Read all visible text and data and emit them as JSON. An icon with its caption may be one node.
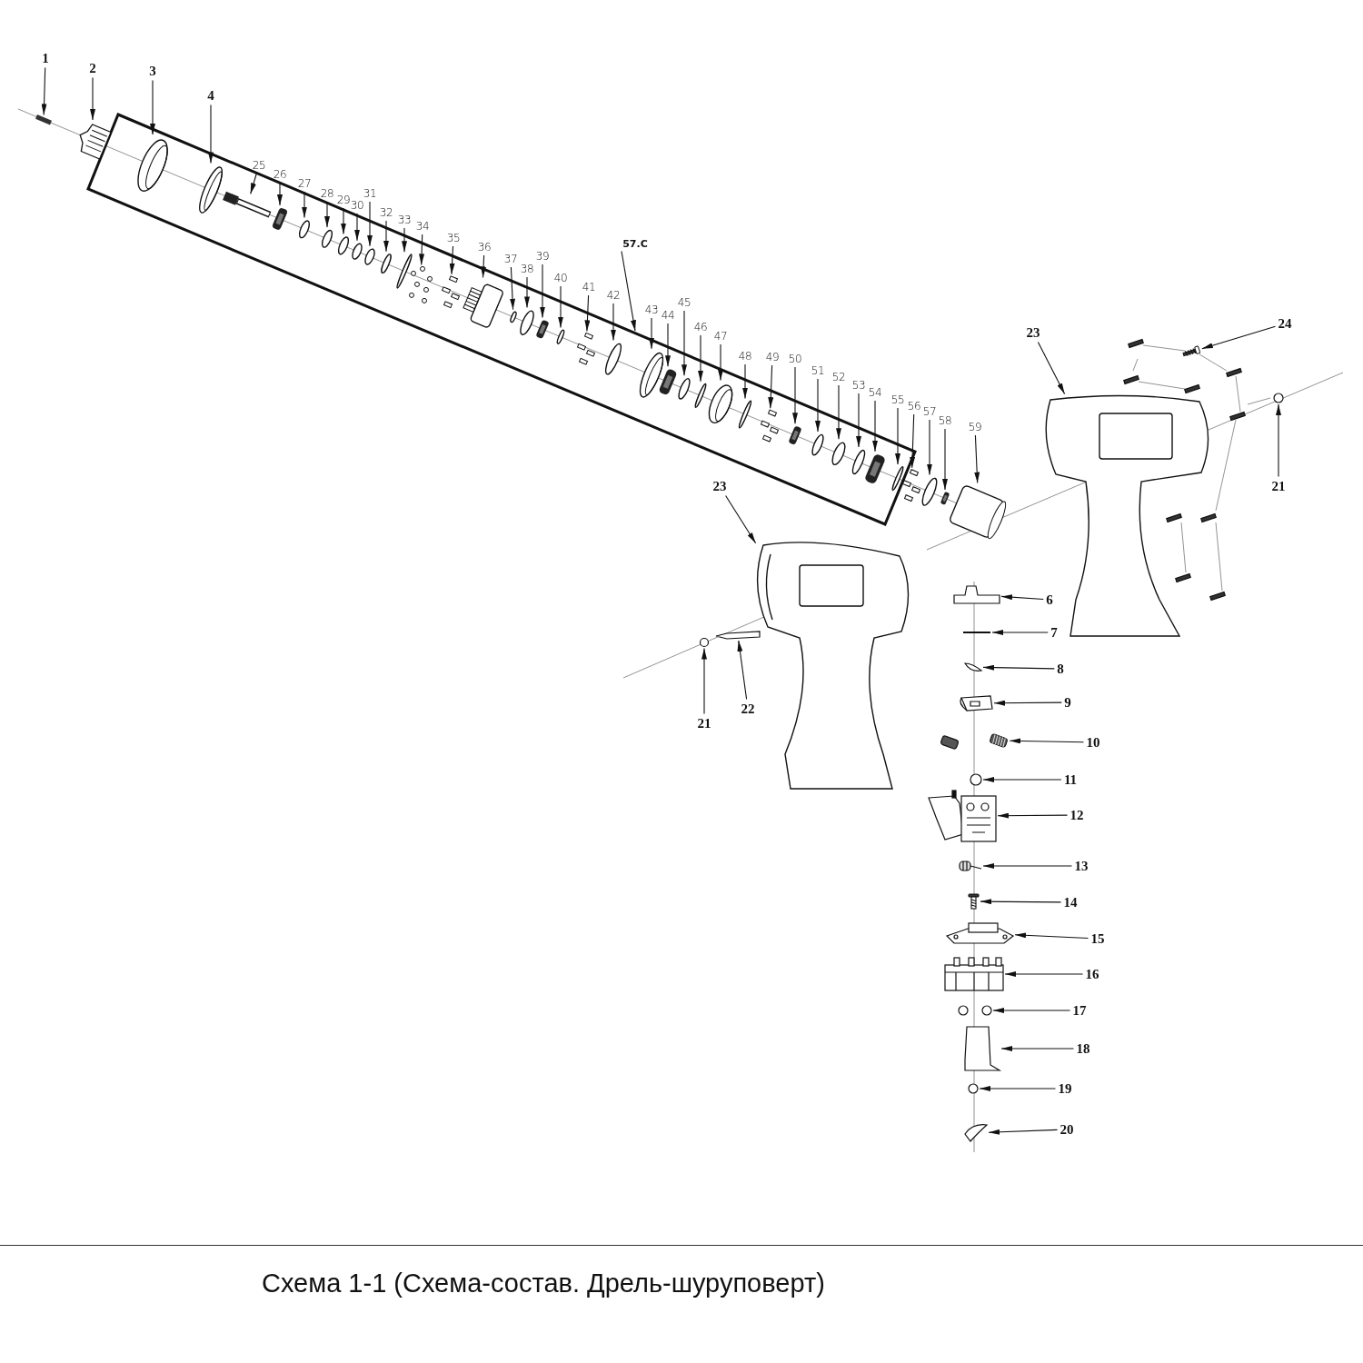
{
  "diagram": {
    "title": "Схема 1-1 (Схема-состав. Дрель-шуруповерт)",
    "nodes": [
      {
        "text": [
          "1"
        ]
      },
      {
        "text": [
          "2"
        ]
      },
      {
        "text": [
          "3"
        ]
      },
      {
        "text": [
          "4"
        ]
      },
      {
        "text": [
          "25"
        ]
      },
      {
        "text": [
          "26"
        ]
      },
      {
        "text": [
          "27"
        ]
      },
      {
        "text": [
          "28"
        ]
      },
      {
        "text": [
          "29"
        ]
      },
      {
        "text": [
          "30"
        ]
      },
      {
        "text": [
          "31"
        ]
      },
      {
        "text": [
          "32"
        ]
      },
      {
        "text": [
          "33"
        ]
      },
      {
        "text": [
          "34"
        ]
      },
      {
        "text": [
          "35"
        ]
      },
      {
        "text": [
          "36"
        ]
      },
      {
        "text": [
          "37"
        ]
      },
      {
        "text": [
          "38"
        ]
      },
      {
        "text": [
          "39"
        ]
      },
      {
        "text": [
          "40"
        ]
      },
      {
        "text": [
          "41"
        ]
      },
      {
        "text": [
          "42"
        ]
      },
      {
        "text": [
          "43"
        ]
      },
      {
        "text": [
          "44"
        ]
      },
      {
        "text": [
          "45"
        ]
      },
      {
        "text": [
          "46"
        ]
      },
      {
        "text": [
          "47"
        ]
      },
      {
        "text": [
          "48"
        ]
      },
      {
        "text": [
          "49"
        ]
      },
      {
        "text": [
          "50"
        ]
      },
      {
        "text": [
          "51"
        ]
      },
      {
        "text": [
          "52"
        ]
      },
      {
        "text": [
          "53"
        ]
      },
      {
        "text": [
          "54"
        ]
      },
      {
        "text": [
          "55"
        ]
      },
      {
        "text": [
          "56"
        ]
      },
      {
        "text": [
          "57.C"
        ]
      },
      {
        "text": [
          "57"
        ]
      },
      {
        "text": [
          "58"
        ]
      },
      {
        "text": [
          "59"
        ]
      },
      {
        "text": [
          "23"
        ]
      },
      {
        "text": [
          "23"
        ]
      },
      {
        "text": [
          "24"
        ]
      },
      {
        "text": [
          "21"
        ]
      },
      {
        "text": [
          "6"
        ]
      },
      {
        "text": [
          "7"
        ]
      },
      {
        "text": [
          "8"
        ]
      },
      {
        "text": [
          "9"
        ]
      },
      {
        "text": [
          "10"
        ]
      },
      {
        "text": [
          "11"
        ]
      },
      {
        "text": [
          "12"
        ]
      },
      {
        "text": [
          "13"
        ]
      },
      {
        "text": [
          "14"
        ]
      },
      {
        "text": [
          "15"
        ]
      },
      {
        "text": [
          "16"
        ]
      },
      {
        "text": [
          "17"
        ]
      },
      {
        "text": [
          "18"
        ]
      },
      {
        "text": [
          "19"
        ]
      },
      {
        "text": [
          "20"
        ]
      },
      {
        "text": [
          "21"
        ]
      },
      {
        "text": [
          "22"
        ]
      },
      {
        "text": [],
        "shape": "box"
      },
      {
        "text": [],
        "shape": "picture"
      },
      {
        "text": [],
        "shape": "picture"
      },
      {
        "text": [],
        "shape": "circle",
        "in": 61
      },
      {
        "text": [],
        "shape": "circle",
        "in": 61
      },
      {
        "text": [],
        "shape": "picture",
        "in": 61
      },
      {
        "text": [],
        "shape": "picture",
        "in": 61
      },
      {
        "text": [],
        "shape": "circle",
        "in": 61
      },
      {
        "text": [],
        "shape": "circle",
        "in": 61
      },
      {
        "text": [],
        "shape": "circle",
        "in": 61
      },
      {
        "text": [],
        "shape": "circle",
        "in": 61
      },
      {
        "text": [],
        "shape": "circle",
        "in": 61
      },
      {
        "text": [],
        "shape": "circle",
        "in": 61
      },
      {
        "text": [],
        "shape": "circle",
        "in": 61
      },
      {
        "text": [],
        "shape": "picture",
        "in": 61
      },
      {
        "text": [],
        "shape": "picture",
        "in": 61
      },
      {
        "text": [],
        "shape": "picture",
        "in": 61
      },
      {
        "text": [],
        "shape": "circle",
        "in": 61
      },
      {
        "text": [],
        "shape": "circle",
        "in": 61
      },
      {
        "text": [],
        "shape": "picture",
        "in": 61
      },
      {
        "text": [],
        "shape": "circle",
        "in": 61
      },
      {
        "text": [],
        "shape": "picture",
        "in": 61
      },
      {
        "text": [],
        "shape": "circle",
        "in": 61
      },
      {
        "text": [],
        "shape": "circle",
        "in": 61
      },
      {
        "text": [],
        "shape": "picture",
        "in": 61
      },
      {
        "text": [],
        "shape": "circle",
        "in": 61
      },
      {
        "text": [],
        "shape": "circle",
        "in": 61
      },
      {
        "text": [],
        "shape": "circle",
        "in": 61
      },
      {
        "text": [],
        "shape": "circle",
        "in": 61
      },
      {
        "text": [],
        "shape": "picture",
        "in": 61
      },
      {
        "text": [],
        "shape": "picture",
        "in": 61
      },
      {
        "text": [],
        "shape": "circle",
        "in": 61
      },
      {
        "text": [],
        "shape": "circle",
        "in": 61
      },
      {
        "text": [],
        "shape": "circle",
        "in": 61
      },
      {
        "text": [],
        "shape": "picture",
        "in": 61
      },
      {
        "text": [],
        "shape": "circle",
        "in": 61
      },
      {
        "text": [],
        "shape": "picture"
      },
      {
        "text": [],
        "shape": "circle"
      },
      {
        "text": [],
        "shape": "picture"
      },
      {
        "text": [],
        "shape": "picture"
      },
      {
        "text": [],
        "shape": "picture"
      },
      {
        "text": [],
        "shape": "picture"
      },
      {
        "text": [],
        "shape": "picture"
      },
      {
        "text": [],
        "shape": "circle"
      },
      {
        "text": [],
        "shape": "picture"
      },
      {
        "text": [],
        "shape": "picture"
      },
      {
        "text": [],
        "shape": "picture"
      },
      {
        "text": [],
        "shape": "picture"
      },
      {
        "text": [],
        "shape": "picture"
      },
      {
        "text": [],
        "shape": "circle"
      },
      {
        "text": [],
        "shape": "picture"
      },
      {
        "text": [],
        "shape": "picture"
      },
      {
        "text": [],
        "shape": "picture"
      },
      {
        "text": [],
        "shape": "picture"
      },
      {
        "text": [],
        "shape": "picture"
      },
      {
        "text": [],
        "shape": "circle"
      },
      {
        "text": [],
        "shape": "picture"
      },
      {
        "text": [],
        "shape": "circle"
      },
      {
        "text": [],
        "shape": "picture"
      },
      {
        "text": [],
        "shape": "circle"
      },
      {
        "text": [],
        "shape": "picture"
      }
    ],
    "edges": [
      {
        "from": 0,
        "to": 62,
        "arrow": "to"
      },
      {
        "from": 1,
        "to": 63,
        "arrow": "to"
      },
      {
        "from": 2,
        "to": 64,
        "arrow": "to"
      },
      {
        "from": 3,
        "to": 65,
        "arrow": "to"
      },
      {
        "from": 4,
        "to": 66,
        "arrow": "to"
      },
      {
        "from": 5,
        "to": 67,
        "arrow": "to"
      },
      {
        "from": 6,
        "to": 68,
        "arrow": "to"
      },
      {
        "from": 7,
        "to": 69,
        "arrow": "to"
      },
      {
        "from": 8,
        "to": 70,
        "arrow": "to"
      },
      {
        "from": 9,
        "to": 71,
        "arrow": "to"
      },
      {
        "from": 10,
        "to": 72,
        "arrow": "to"
      },
      {
        "from": 11,
        "to": 73,
        "arrow": "to"
      },
      {
        "from": 12,
        "to": 74,
        "arrow": "to"
      },
      {
        "from": 13,
        "to": 75,
        "arrow": "to"
      },
      {
        "from": 14,
        "to": 76,
        "arrow": "to"
      },
      {
        "from": 15,
        "to": 77,
        "arrow": "to"
      },
      {
        "from": 16,
        "to": 78,
        "arrow": "to"
      },
      {
        "from": 17,
        "to": 79,
        "arrow": "to"
      },
      {
        "from": 18,
        "to": 80,
        "arrow": "to"
      },
      {
        "from": 19,
        "to": 81,
        "arrow": "to"
      },
      {
        "from": 20,
        "to": 82,
        "arrow": "to"
      },
      {
        "from": 21,
        "to": 83,
        "arrow": "to"
      },
      {
        "from": 22,
        "to": 84,
        "arrow": "to"
      },
      {
        "from": 23,
        "to": 85,
        "arrow": "to"
      },
      {
        "from": 24,
        "to": 86,
        "arrow": "to"
      },
      {
        "from": 25,
        "to": 87,
        "arrow": "to"
      },
      {
        "from": 26,
        "to": 88,
        "arrow": "to"
      },
      {
        "from": 27,
        "to": 89,
        "arrow": "to"
      },
      {
        "from": 28,
        "to": 90,
        "arrow": "to"
      },
      {
        "from": 29,
        "to": 91,
        "arrow": "to"
      },
      {
        "from": 30,
        "to": 92,
        "arrow": "to"
      },
      {
        "from": 31,
        "to": 93,
        "arrow": "to"
      },
      {
        "from": 32,
        "to": 94,
        "arrow": "to"
      },
      {
        "from": 33,
        "to": 95,
        "arrow": "to"
      },
      {
        "from": 34,
        "to": 96,
        "arrow": "to"
      },
      {
        "from": 35,
        "to": 97,
        "arrow": "to"
      },
      {
        "from": 36,
        "to": 61,
        "arrow": "to"
      },
      {
        "from": 37,
        "to": 98,
        "arrow": "to"
      },
      {
        "from": 38,
        "to": 99,
        "arrow": "to"
      },
      {
        "from": 39,
        "to": 100,
        "arrow": "to"
      },
      {
        "from": 40,
        "to": 101,
        "arrow": "to"
      },
      {
        "from": 41,
        "to": 102,
        "arrow": "to"
      },
      {
        "from": 42,
        "to": 103,
        "arrow": "to"
      },
      {
        "from": 43,
        "to": 104,
        "arrow": "to"
      },
      {
        "from": 44,
        "to": 105,
        "arrow": "to"
      },
      {
        "from": 45,
        "to": 106,
        "arrow": "to"
      },
      {
        "from": 46,
        "to": 107,
        "arrow": "to"
      },
      {
        "from": 47,
        "to": 108,
        "arrow": "to"
      },
      {
        "from": 48,
        "to": 109,
        "arrow": "to"
      },
      {
        "from": 49,
        "to": 110,
        "arrow": "to"
      },
      {
        "from": 50,
        "to": 111,
        "arrow": "to"
      },
      {
        "from": 51,
        "to": 112,
        "arrow": "to"
      },
      {
        "from": 52,
        "to": 113,
        "arrow": "to"
      },
      {
        "from": 53,
        "to": 114,
        "arrow": "to"
      },
      {
        "from": 54,
        "to": 115,
        "arrow": "to"
      },
      {
        "from": 55,
        "to": 116,
        "arrow": "to"
      },
      {
        "from": 56,
        "to": 117,
        "arrow": "to"
      },
      {
        "from": 57,
        "to": 118,
        "arrow": "to"
      },
      {
        "from": 58,
        "to": 119,
        "arrow": "to"
      },
      {
        "from": 59,
        "to": 120,
        "arrow": "to"
      },
      {
        "from": 60,
        "to": 121,
        "arrow": "to"
      }
    ]
  }
}
